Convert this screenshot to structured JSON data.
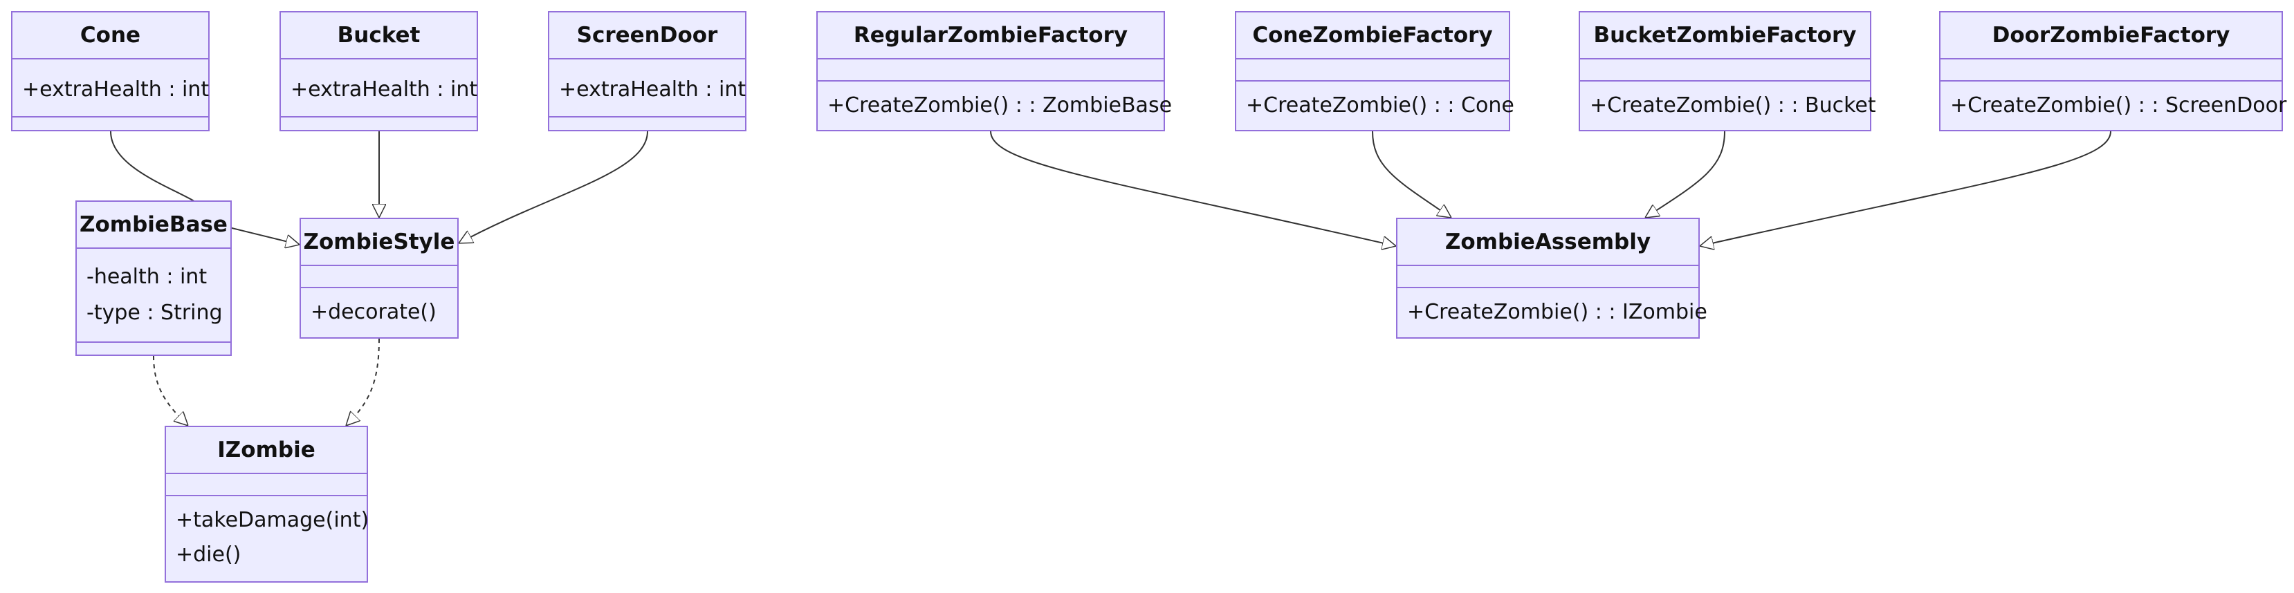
{
  "diagram_type": "class-diagram",
  "colors": {
    "node_fill": "#ECECFF",
    "node_border": "#9370DB",
    "edge": "#333333"
  },
  "classes": {
    "Cone": {
      "name": "Cone",
      "attributes": [
        "+extraHealth : int"
      ],
      "methods": []
    },
    "Bucket": {
      "name": "Bucket",
      "attributes": [
        "+extraHealth : int"
      ],
      "methods": []
    },
    "ScreenDoor": {
      "name": "ScreenDoor",
      "attributes": [
        "+extraHealth : int"
      ],
      "methods": []
    },
    "ZombieBase": {
      "name": "ZombieBase",
      "attributes": [
        "-health : int",
        "-type : String"
      ],
      "methods": []
    },
    "ZombieStyle": {
      "name": "ZombieStyle",
      "attributes": [],
      "methods": [
        "+decorate()"
      ]
    },
    "IZombie": {
      "name": "IZombie",
      "attributes": [],
      "methods": [
        "+takeDamage(int)",
        "+die()"
      ]
    },
    "RegularZombieFactory": {
      "name": "RegularZombieFactory",
      "attributes": [],
      "methods": [
        "+CreateZombie() : : ZombieBase"
      ]
    },
    "ConeZombieFactory": {
      "name": "ConeZombieFactory",
      "attributes": [],
      "methods": [
        "+CreateZombie() : : Cone"
      ]
    },
    "BucketZombieFactory": {
      "name": "BucketZombieFactory",
      "attributes": [],
      "methods": [
        "+CreateZombie() : : Bucket"
      ]
    },
    "DoorZombieFactory": {
      "name": "DoorZombieFactory",
      "attributes": [],
      "methods": [
        "+CreateZombie() : : ScreenDoor"
      ]
    },
    "ZombieAssembly": {
      "name": "ZombieAssembly",
      "attributes": [],
      "methods": [
        "+CreateZombie() : : IZombie"
      ]
    }
  },
  "relations": [
    {
      "from": "Cone",
      "to": "ZombieStyle",
      "kind": "inheritance"
    },
    {
      "from": "Bucket",
      "to": "ZombieStyle",
      "kind": "inheritance"
    },
    {
      "from": "ScreenDoor",
      "to": "ZombieStyle",
      "kind": "inheritance"
    },
    {
      "from": "ZombieBase",
      "to": "IZombie",
      "kind": "realization"
    },
    {
      "from": "ZombieStyle",
      "to": "IZombie",
      "kind": "realization"
    },
    {
      "from": "RegularZombieFactory",
      "to": "ZombieAssembly",
      "kind": "inheritance"
    },
    {
      "from": "ConeZombieFactory",
      "to": "ZombieAssembly",
      "kind": "inheritance"
    },
    {
      "from": "BucketZombieFactory",
      "to": "ZombieAssembly",
      "kind": "inheritance"
    },
    {
      "from": "DoorZombieFactory",
      "to": "ZombieAssembly",
      "kind": "inheritance"
    }
  ]
}
